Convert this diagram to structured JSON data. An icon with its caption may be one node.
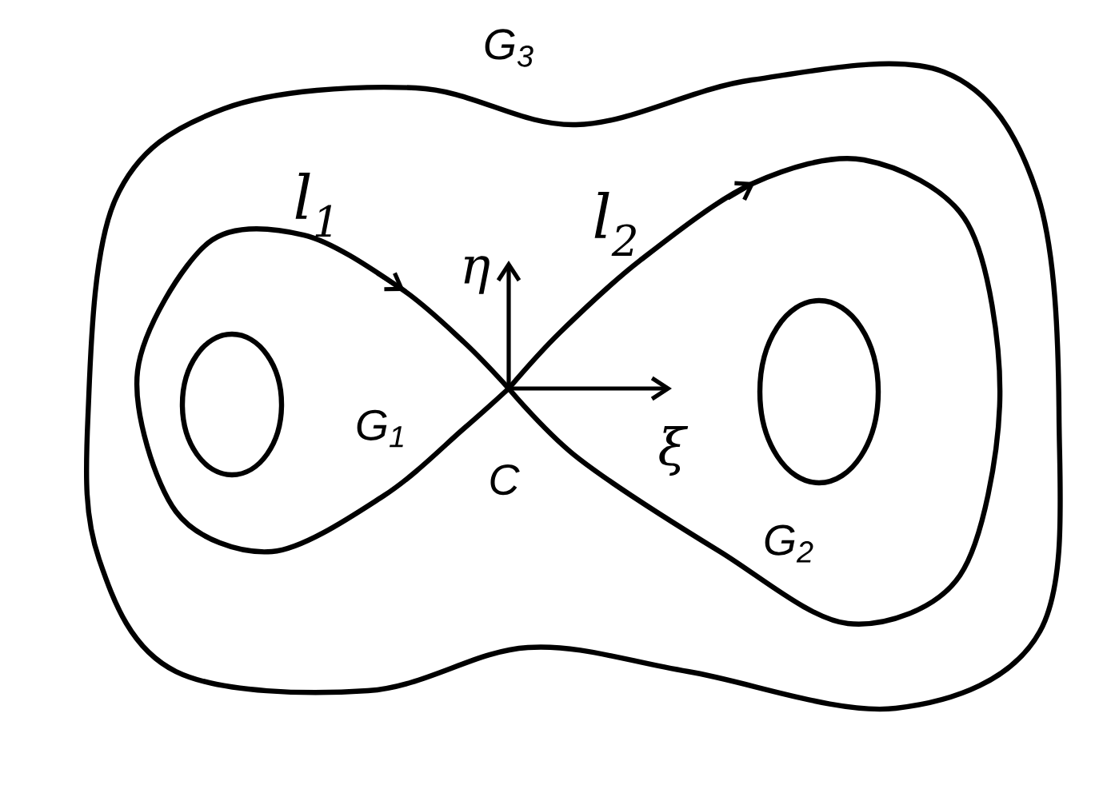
{
  "diagram": {
    "labels": [
      "G$_{3}$",
      "l$_{1}$",
      "l$_{2}$",
      "η",
      "G$_{1}$",
      "ξ",
      "C",
      "G$_{2}$"
    ]
  }
}
